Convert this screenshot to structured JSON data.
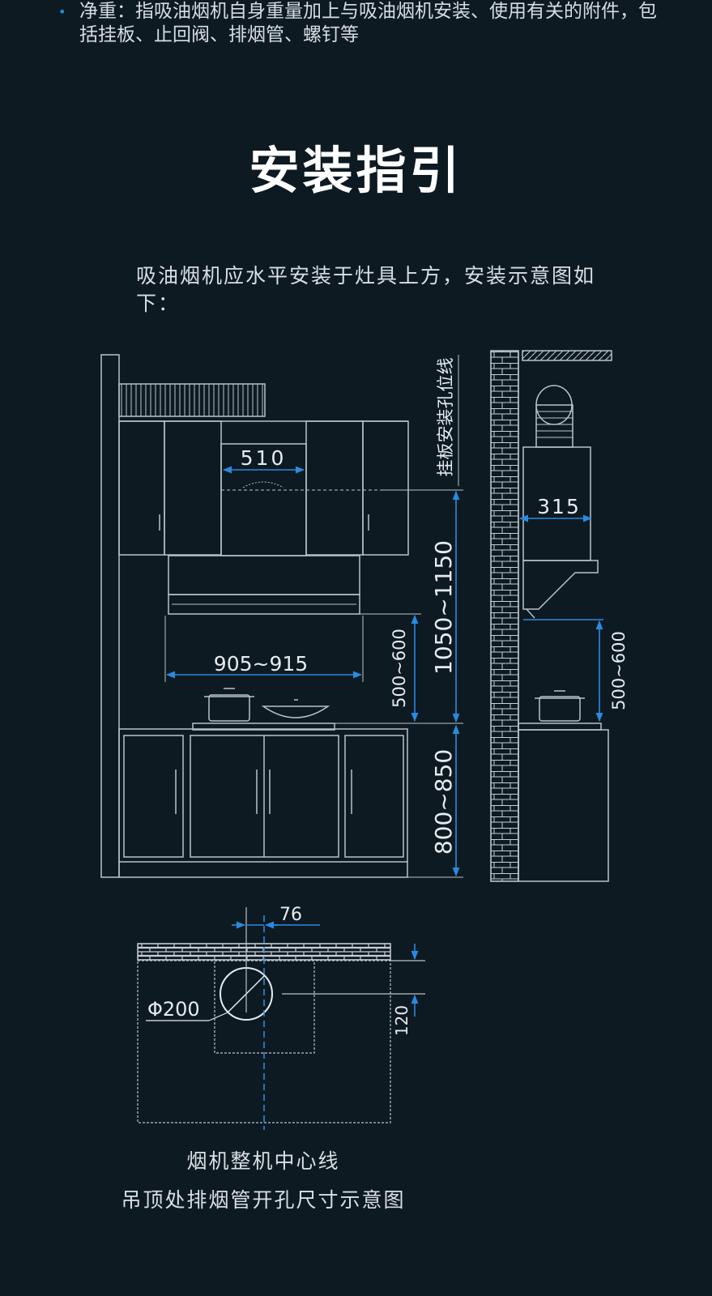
{
  "note": {
    "bullet": "•",
    "text": "净重：指吸油烟机自身重量加上与吸油烟机安装、使用有关的附件，包括挂板、止回阀、排烟管、螺钉等"
  },
  "title": "安装指引",
  "intro": "吸油烟机应水平安装于灶具上方，安装示意图如下：",
  "dims": {
    "hood_width": "510",
    "side_depth": "315",
    "panel_width": "905~915",
    "front_height": "500~600",
    "side_height": "500~600",
    "mount_height": "1050~1150",
    "counter_height": "800~850",
    "mount_line_label": "挂板安装孔位线",
    "offset": "76",
    "pipe_dia": "Φ200",
    "pipe_height": "120"
  },
  "captions": {
    "centerline": "烟机整机中心线",
    "ceiling": "吊顶处排烟管开孔尺寸示意图"
  },
  "colors": {
    "background": "#0e1a22",
    "line": "#b8c2c8",
    "dimension": "#2a8ae0"
  }
}
